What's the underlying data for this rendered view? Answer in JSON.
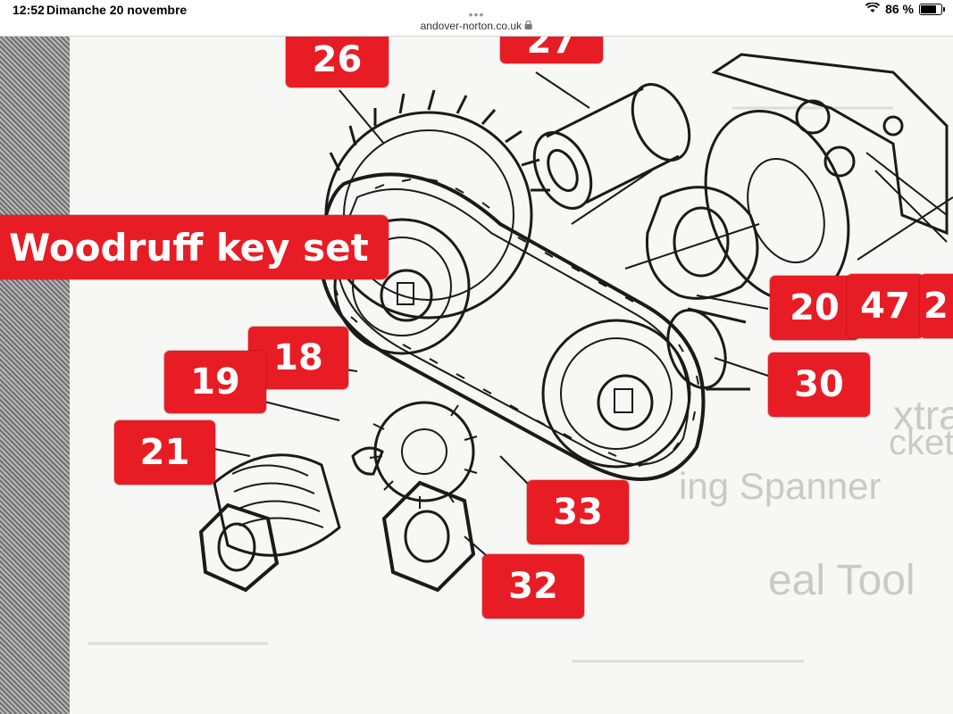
{
  "status_bar": {
    "time": "12:52",
    "date": "Dimanche 20 novembre",
    "battery_percent": "86 %",
    "battery_level": 0.86
  },
  "browser": {
    "url": "andover-norton.co.uk",
    "lock_icon": "lock-icon"
  },
  "callouts": {
    "banner": "Woodruff key set",
    "n26": "26",
    "n27": "27",
    "n20": "20",
    "n47": "47",
    "n2x": "2",
    "n18": "18",
    "n19": "19",
    "n30": "30",
    "n21": "21",
    "n33": "33",
    "n32": "32"
  },
  "background_text": {
    "line1": "xtrac",
    "line2": "cket",
    "line3": "ing Spanner",
    "line4": "eal Tool"
  },
  "colors": {
    "callout_red": "#e81c24",
    "ink": "#1a1a1a"
  }
}
